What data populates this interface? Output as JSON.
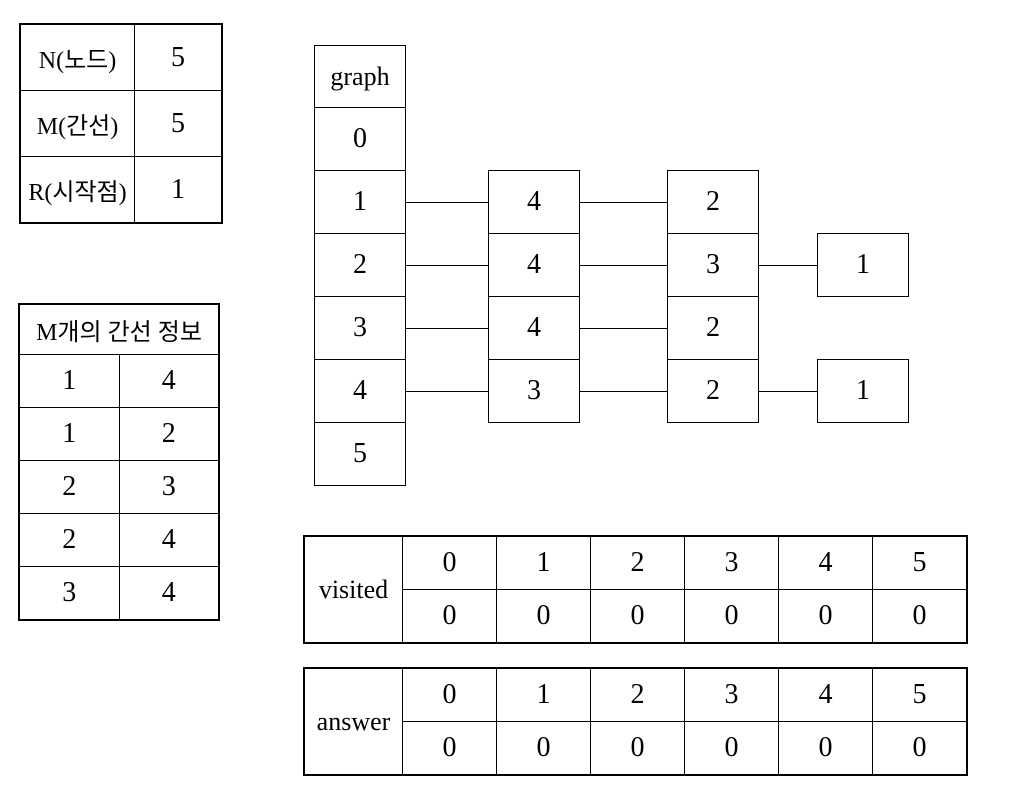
{
  "page": {
    "background": "#ffffff",
    "line_color": "#000000"
  },
  "params_table": {
    "rows": [
      {
        "label": "N(노드)",
        "value": "5"
      },
      {
        "label": "M(간선)",
        "value": "5"
      },
      {
        "label": "R(시작점)",
        "value": "1"
      }
    ]
  },
  "edges_table": {
    "title": "M개의 간선 정보",
    "rows": [
      [
        "1",
        "4"
      ],
      [
        "1",
        "2"
      ],
      [
        "2",
        "3"
      ],
      [
        "2",
        "4"
      ],
      [
        "3",
        "4"
      ]
    ]
  },
  "adjacency_diagram": {
    "header": "graph",
    "indices": [
      "0",
      "1",
      "2",
      "3",
      "4",
      "5"
    ],
    "lists": {
      "1": [
        "4",
        "2"
      ],
      "2": [
        "4",
        "3",
        "1"
      ],
      "3": [
        "4",
        "2"
      ],
      "4": [
        "3",
        "2",
        "1"
      ]
    }
  },
  "visited_table": {
    "label": "visited",
    "indices": [
      "0",
      "1",
      "2",
      "3",
      "4",
      "5"
    ],
    "values": [
      "0",
      "0",
      "0",
      "0",
      "0",
      "0"
    ]
  },
  "answer_table": {
    "label": "answer",
    "indices": [
      "0",
      "1",
      "2",
      "3",
      "4",
      "5"
    ],
    "values": [
      "0",
      "0",
      "0",
      "0",
      "0",
      "0"
    ]
  }
}
